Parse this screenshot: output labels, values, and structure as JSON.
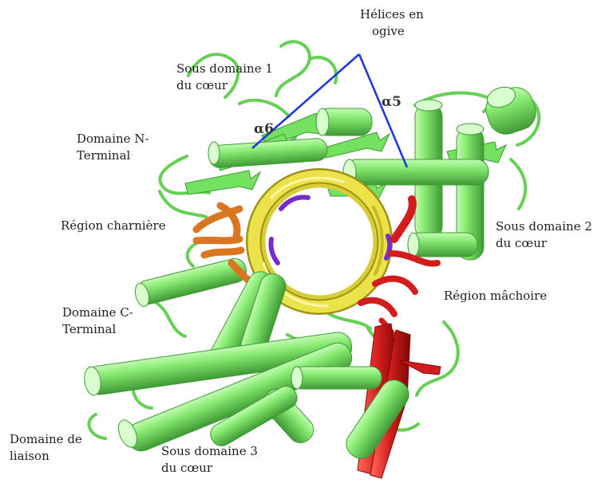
{
  "labels": {
    "helices_ogive": [
      "Hélices en",
      "ogive"
    ],
    "sous_domaine_1": [
      "Sous domaine 1",
      "du cœur"
    ],
    "domaine_n": [
      "Domaine N-",
      "Terminal"
    ],
    "region_charniere": [
      "Région charnière"
    ],
    "sous_domaine_2": [
      "Sous domaine 2",
      "du cœur"
    ],
    "region_machoire": [
      "Région mâchoire"
    ],
    "domaine_c": [
      "Domaine C-",
      "Terminal"
    ],
    "domaine_liaison": [
      "Domaine de",
      "liaison"
    ],
    "sous_domaine_3": [
      "Sous domaine 3",
      "du cœur"
    ]
  },
  "helix_tags": {
    "a6": "α6",
    "a5": "α5"
  },
  "colors": {
    "protein_green": "#7ee86a",
    "protein_green_dark": "#3f9a35",
    "dna_yellow": "#ece24a",
    "dna_yellow_dark": "#9d921a",
    "hinge_orange": "#d9761f",
    "jaw_red": "#d31c1c",
    "contact_purple": "#7a2bd0",
    "ogive_line_blue": "#1f3ad8"
  }
}
